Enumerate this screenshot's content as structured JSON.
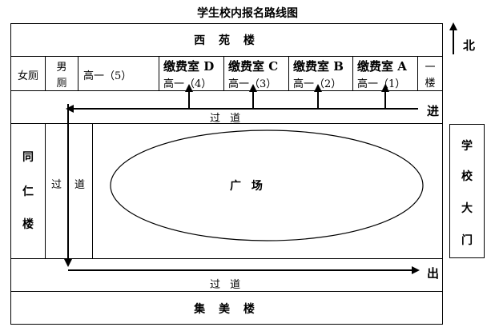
{
  "title": "学生校内报名路线图",
  "buildings": {
    "north": "西 苑 楼",
    "south": "集 美 楼",
    "west": [
      "同",
      "仁",
      "楼"
    ],
    "gate": [
      "学",
      "校",
      "大",
      "门"
    ]
  },
  "rooms": {
    "female_wc": "女厕",
    "male_wc": [
      "男",
      "厕"
    ],
    "grade_5": "高一（5）",
    "fee_d": "缴费室 D",
    "fee_d_sub": "高一（4）",
    "fee_c": "缴费室 C",
    "fee_c_sub": "高一（3）",
    "fee_b": "缴费室 B",
    "fee_b_sub": "高一（2）",
    "fee_a": "缴费室 A",
    "fee_a_sub": "高一（1）",
    "floor_one": [
      "一",
      "楼"
    ]
  },
  "corridors": {
    "top": "过 道",
    "bottom": "过 道",
    "left": [
      "过",
      "道"
    ]
  },
  "plaza": "广 场",
  "labels": {
    "north": "北",
    "enter": "进",
    "exit": "出"
  }
}
